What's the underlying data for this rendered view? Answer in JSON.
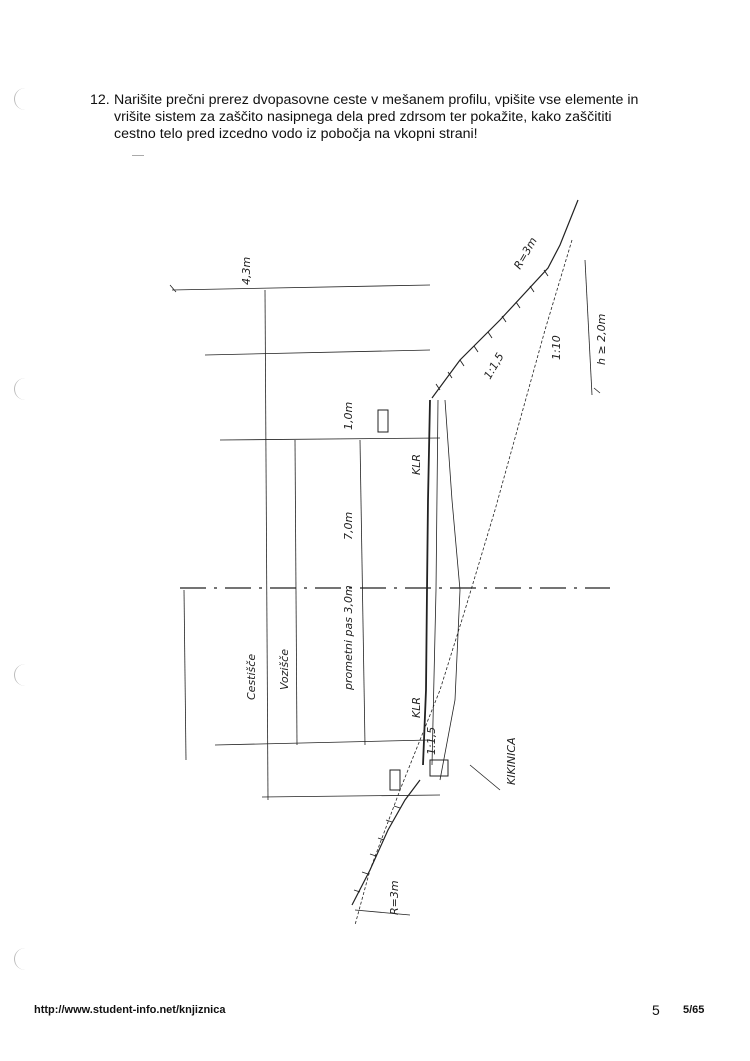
{
  "question": {
    "number": "12.",
    "lines": [
      "Narišite prečni prerez dvopasovne ceste v mešanem profilu, vpišite vse elemente in",
      "vrišite sistem za zaščito nasipnega dela pred zdrsom ter pokažite, kako zaščititi",
      "cestno telo pred izcedno vodo iz pobočja na vkopni strani!"
    ]
  },
  "sketch": {
    "labels": {
      "cestisce": "Cestišče",
      "vozisce": "Vozišče",
      "prometni_pas": "prometni pas 3,0m",
      "radius_top": "R=3m",
      "radius_bottom": "R=3m",
      "kanal": "KIKINICA",
      "klr_top": "KLR",
      "klr_bottom": "KLR",
      "slope_bottom": "1:1,5",
      "width_right": "h ≥ 2,0m",
      "slope_right": "1:10",
      "slope_cut": "1:1,5",
      "bankina": "4,3m",
      "rob": "1,0m",
      "vozisce_width": "7,0m"
    }
  },
  "footer": {
    "url": "http://www.student-info.net/knjiznica",
    "page": "5",
    "total": "5/65"
  }
}
